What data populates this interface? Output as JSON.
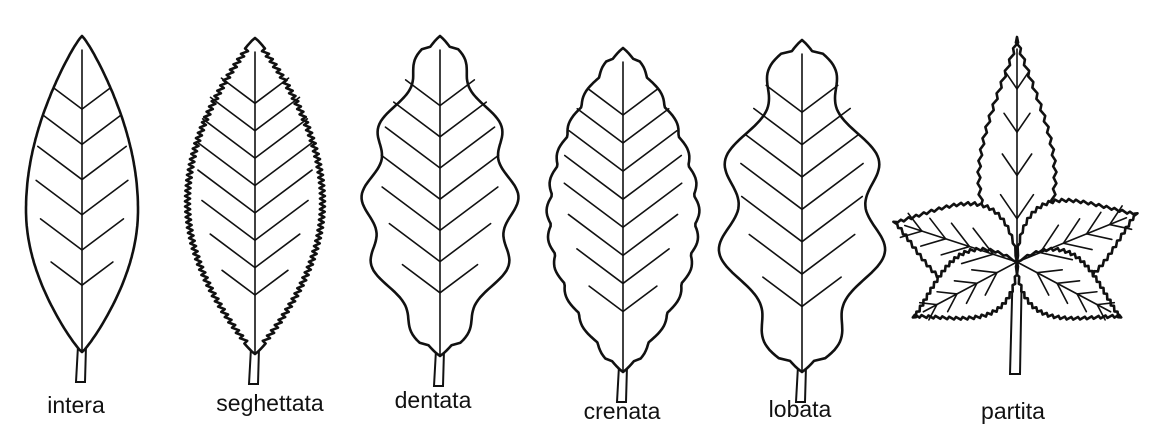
{
  "leaves": [
    {
      "id": "intera",
      "label": "intera"
    },
    {
      "id": "seghettata",
      "label": "seghettata"
    },
    {
      "id": "dentata",
      "label": "dentata"
    },
    {
      "id": "crenata",
      "label": "crenata"
    },
    {
      "id": "lobata",
      "label": "lobata"
    },
    {
      "id": "partita",
      "label": "partita"
    }
  ],
  "colors": {
    "ink": "#111111",
    "paper": "#ffffff"
  }
}
